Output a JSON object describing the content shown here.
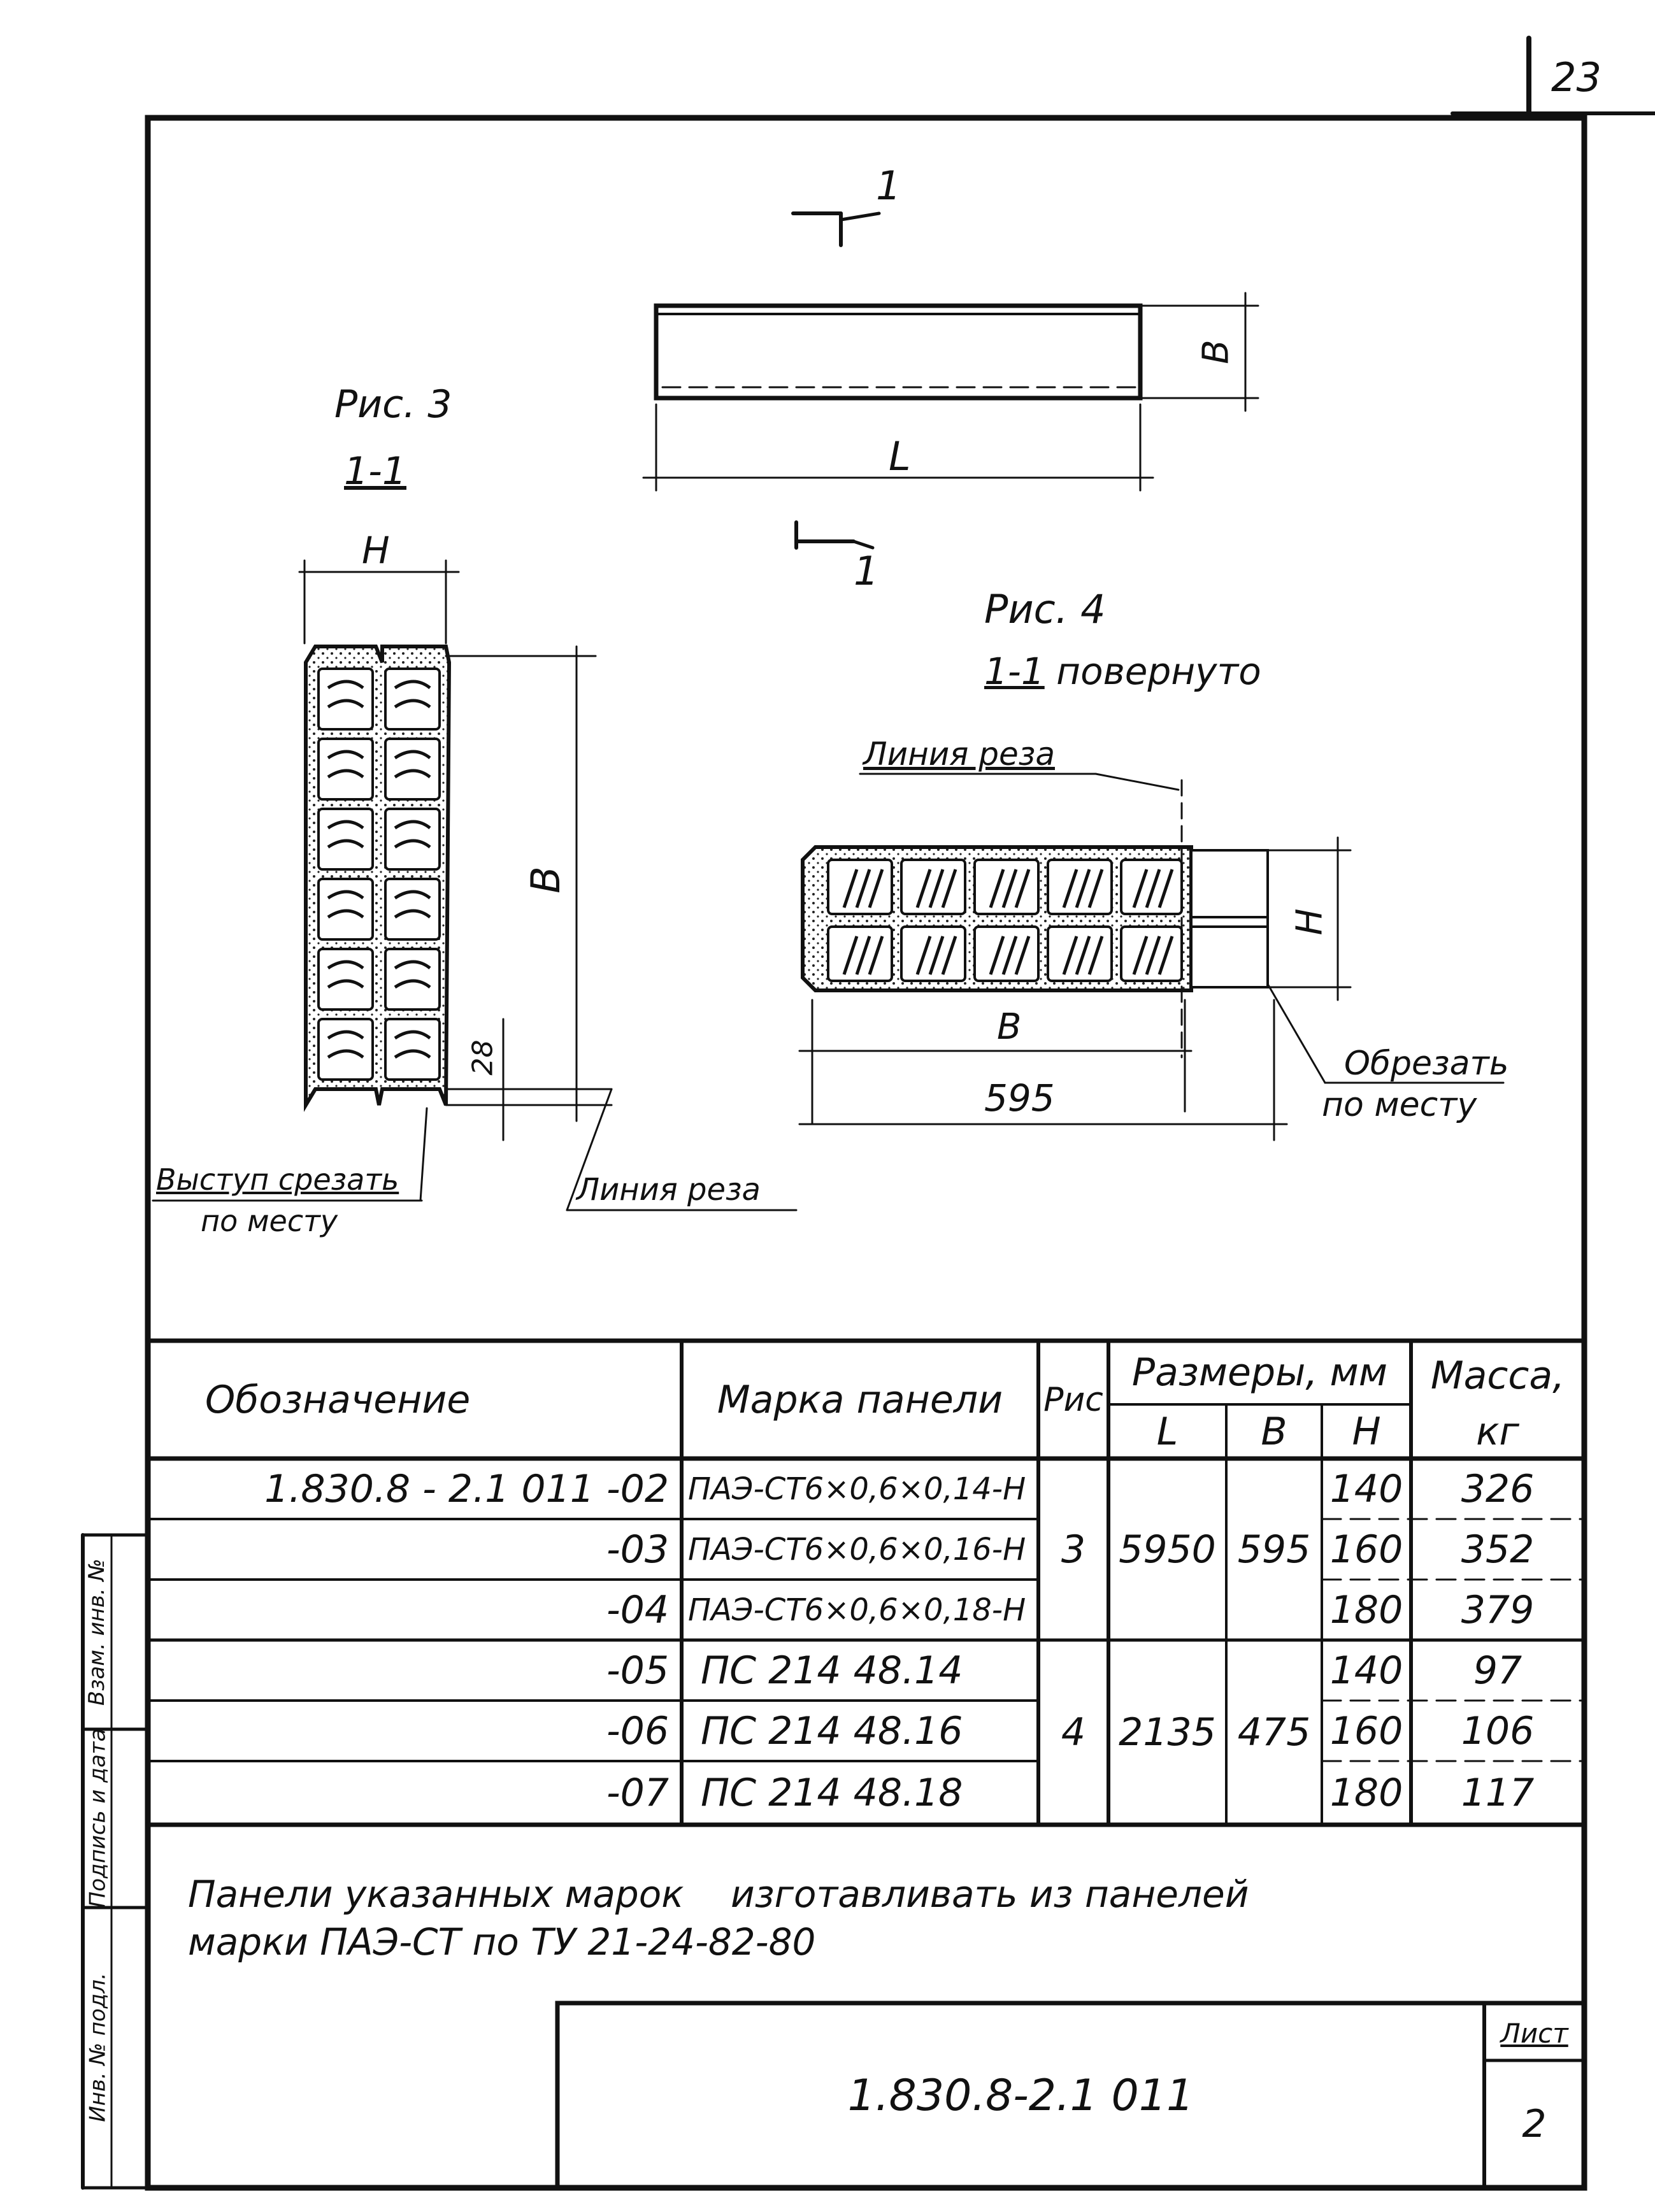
{
  "page_number": "23",
  "fig3": {
    "title": "Рис. 3",
    "section": "1-1",
    "dim_h": "H",
    "dim_b": "B",
    "dim_28": "28"
  },
  "fig_top": {
    "cut_label_top": "1",
    "cut_label_bottom": "1",
    "dim_b": "B",
    "dim_l": "L"
  },
  "fig4": {
    "title": "Рис. 4",
    "section": "1-1",
    "section_suffix": " повернуто",
    "dim_h": "H",
    "dim_b": "B",
    "dim_595": "595"
  },
  "notes": {
    "cut_line_top": "Линия реза",
    "trim_on_site_a": "Обрезать",
    "trim_on_site_b": "по месту",
    "ledge_cut_a": "Выступ срезать",
    "ledge_cut_b": "по месту",
    "cut_line_bottom": "Линия реза"
  },
  "table": {
    "headers": {
      "designation": "Обозначение",
      "panel_mark": "Марка панели",
      "fig": "Рис",
      "dims_group": "Размеры, мм",
      "l": "L",
      "b": "B",
      "h": "H",
      "mass_a": "Масса,",
      "mass_b": "кг"
    },
    "rows": [
      {
        "designation": "1.830.8 - 2.1 011 -02",
        "mark": "ПАЭ-СТ6×0,6×0,14-Н",
        "h": "140",
        "mass": "326"
      },
      {
        "designation": "-03",
        "mark": "ПАЭ-СТ6×0,6×0,16-Н",
        "h": "160",
        "mass": "352"
      },
      {
        "designation": "-04",
        "mark": "ПАЭ-СТ6×0,6×0,18-Н",
        "h": "180",
        "mass": "379"
      },
      {
        "designation": "-05",
        "mark": "ПС 214 48.14",
        "h": "140",
        "mass": "97"
      },
      {
        "designation": "-06",
        "mark": "ПС 214 48.16",
        "h": "160",
        "mass": "106"
      },
      {
        "designation": "-07",
        "mark": "ПС 214 48.18",
        "h": "180",
        "mass": "117"
      }
    ],
    "groups": [
      {
        "fig": "3",
        "l": "5950",
        "b": "595"
      },
      {
        "fig": "4",
        "l": "2135",
        "b": "475"
      }
    ]
  },
  "note_text": {
    "line1": "Панели указанных марок    изготавливать из панелей",
    "line2": "марки ПАЭ-СТ по ТУ 21-24-82-80"
  },
  "stamp": {
    "code": "1.830.8-2.1 011",
    "sheet_label": "Лист",
    "sheet_no": "2"
  },
  "sidebar": {
    "inv_orig": "Инв. № подл.",
    "signature_date": "Подпись и дата",
    "replace_inv": "Взам. инв. №"
  }
}
